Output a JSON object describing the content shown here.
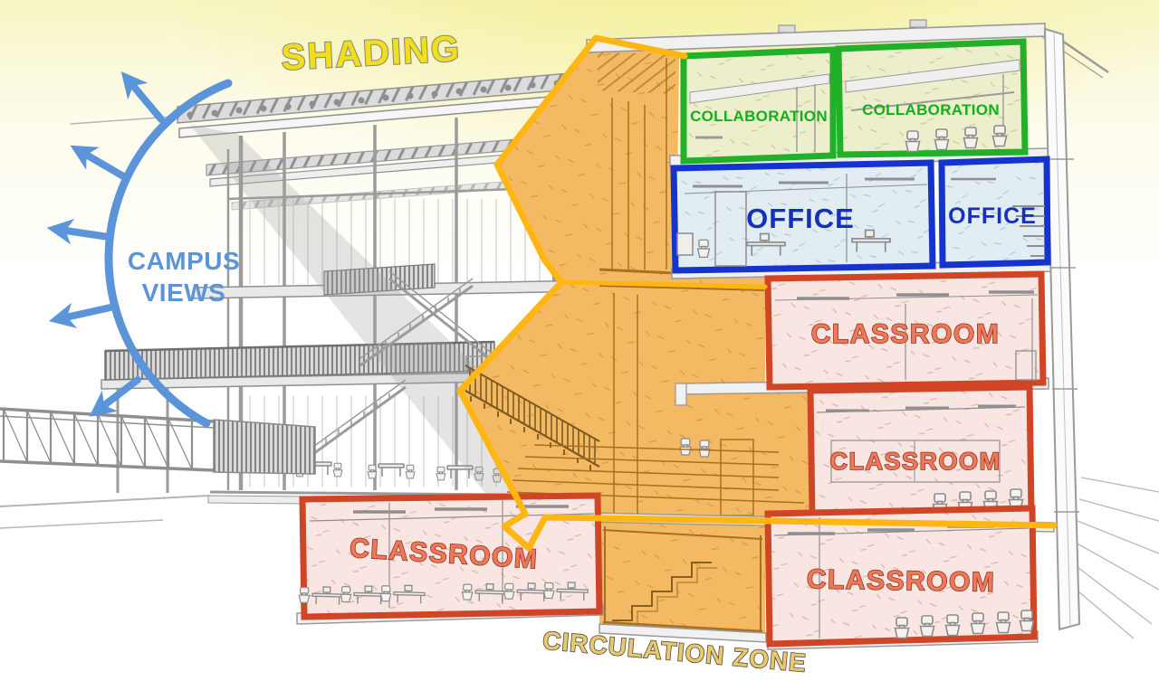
{
  "diagram": {
    "type": "architectural-section-zoning-diagram",
    "labels": {
      "shading": "SHADING",
      "campus_views": [
        "CAMPUS",
        "VIEWS"
      ],
      "circulation_zone": "CIRCULATION ZONE"
    },
    "rooms": [
      {
        "id": "collaboration-left",
        "label": "COLLABORATION"
      },
      {
        "id": "collaboration-right",
        "label": "COLLABORATION"
      },
      {
        "id": "office-left",
        "label": "OFFICE"
      },
      {
        "id": "office-right",
        "label": "OFFICE"
      },
      {
        "id": "classroom-upper",
        "label": "CLASSROOM"
      },
      {
        "id": "classroom-middle",
        "label": "CLASSROOM"
      },
      {
        "id": "classroom-lower-left",
        "label": "CLASSROOM"
      },
      {
        "id": "classroom-lower-right",
        "label": "CLASSROOM"
      }
    ],
    "zones": [
      {
        "name": "Shading",
        "text_color": "#f2df1c"
      },
      {
        "name": "Campus Views",
        "color": "#5b94d8"
      },
      {
        "name": "Collaboration",
        "border": "#22af2a",
        "fill": "#edefcc",
        "text_color": "#12b019"
      },
      {
        "name": "Office",
        "border": "#1433cf",
        "fill": "#e1edf3",
        "text_color": "#1530bb"
      },
      {
        "name": "Classroom",
        "border": "#cf4526",
        "fill": "#f9e6e2",
        "text_color": "#ee7857"
      },
      {
        "name": "Circulation Zone",
        "border": "#ffb612",
        "fill": "#f4b963",
        "text_color": "#eac86d"
      }
    ],
    "lineart_color": "#9a9a9a"
  }
}
